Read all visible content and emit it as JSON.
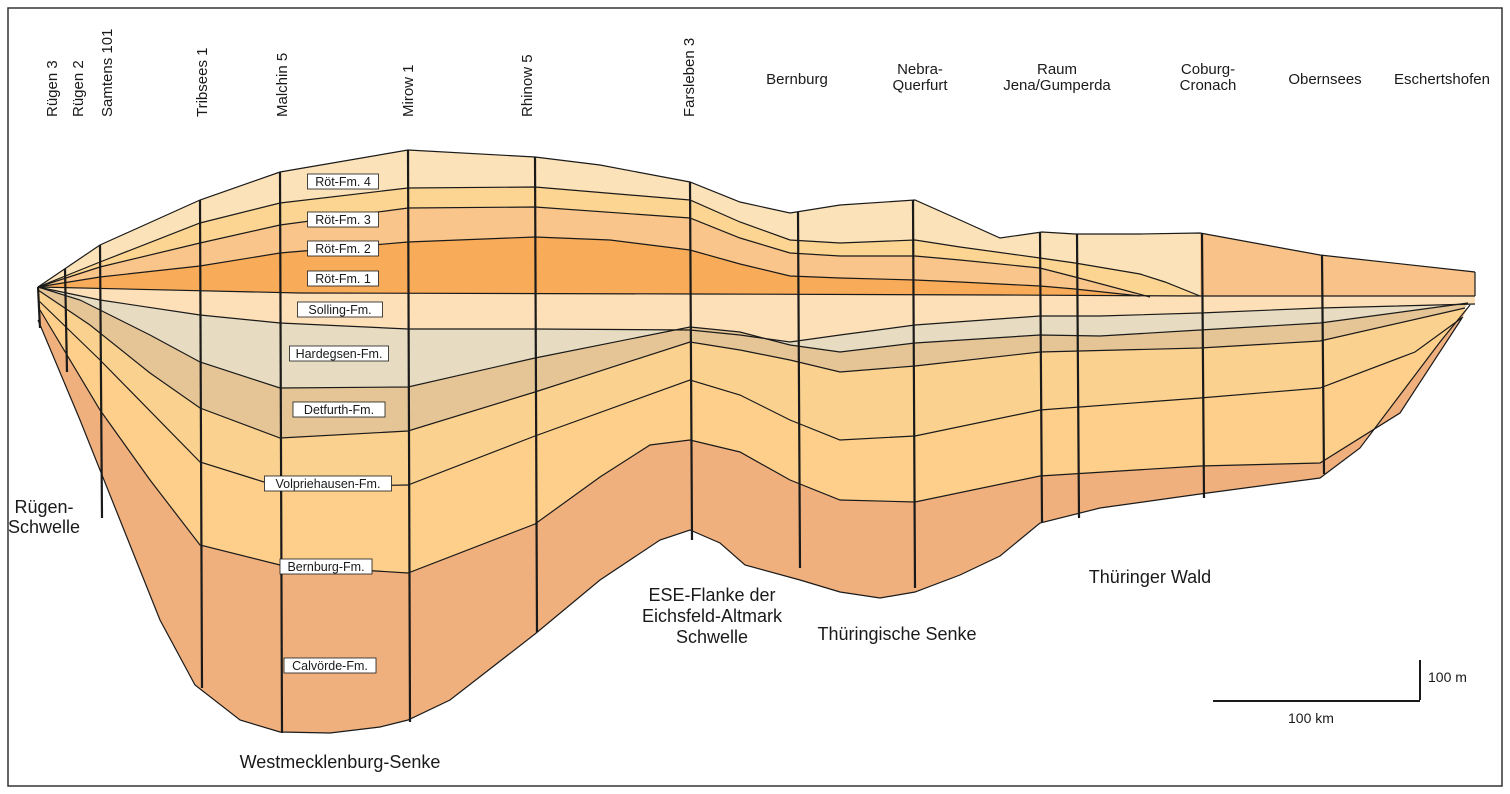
{
  "wells": [
    {
      "id": "ruegen3",
      "label": "Rügen 3"
    },
    {
      "id": "ruegen2",
      "label": "Rügen 2"
    },
    {
      "id": "samtens101",
      "label": "Samtens 101"
    },
    {
      "id": "tribsees1",
      "label": "Tribsees 1"
    },
    {
      "id": "malchin5",
      "label": "Malchin 5"
    },
    {
      "id": "mirow1",
      "label": "Mirow 1"
    },
    {
      "id": "rhinow5",
      "label": "Rhinow 5"
    },
    {
      "id": "farsleben3",
      "label": "Farsleben 3"
    },
    {
      "id": "bernburg",
      "label": "Bernburg"
    },
    {
      "id": "nebra",
      "label": "Nebra-\nQuerfurt"
    },
    {
      "id": "raum",
      "label": "Raum\nJena/Gumperda"
    },
    {
      "id": "coburg",
      "label": "Coburg-\nCronach"
    },
    {
      "id": "obernsees",
      "label": "Obernsees"
    },
    {
      "id": "eschertshofen",
      "label": "Eschertshofen"
    }
  ],
  "formations": [
    {
      "id": "roet4",
      "label": "Röt-Fm. 4",
      "color": "#fbe2b8"
    },
    {
      "id": "roet3",
      "label": "Röt-Fm. 3",
      "color": "#fcd592"
    },
    {
      "id": "roet2",
      "label": "Röt-Fm. 2",
      "color": "#fac58a"
    },
    {
      "id": "roet1",
      "label": "Röt-Fm. 1",
      "color": "#f8ab58"
    },
    {
      "id": "solling",
      "label": "Solling-Fm.",
      "color": "#fde0b8"
    },
    {
      "id": "hardegsen",
      "label": "Hardegsen-Fm.",
      "color": "#e7dcc1"
    },
    {
      "id": "detfurth",
      "label": "Detfurth-Fm.",
      "color": "#e5c596"
    },
    {
      "id": "volpriehausen",
      "label": "Volpriehausen-Fm.",
      "color": "#fbd190"
    },
    {
      "id": "bernburgfm",
      "label": "Bernburg-Fm.",
      "color": "#fdcf8b"
    },
    {
      "id": "calvoerde",
      "label": "Calvörde-Fm.",
      "color": "#efb07e"
    }
  ],
  "regions": [
    {
      "id": "ruegen-schwelle",
      "label": "Rügen-\nSchwelle"
    },
    {
      "id": "westmecklenburg",
      "label": "Westmecklenburg-Senke"
    },
    {
      "id": "ese-flanke",
      "label": "ESE-Flanke der\nEichsfeld-Altmark\nSchwelle"
    },
    {
      "id": "thueringische-senke",
      "label": "Thüringische Senke"
    },
    {
      "id": "thueringer-wald",
      "label": "Thüringer Wald"
    }
  ],
  "scale": {
    "vertical_label": "100 m",
    "horizontal_label": "100 km"
  },
  "colors": {
    "line": "#1a1a1a",
    "frame": "#333333",
    "background": "#ffffff",
    "east_block": "#f8c289"
  }
}
